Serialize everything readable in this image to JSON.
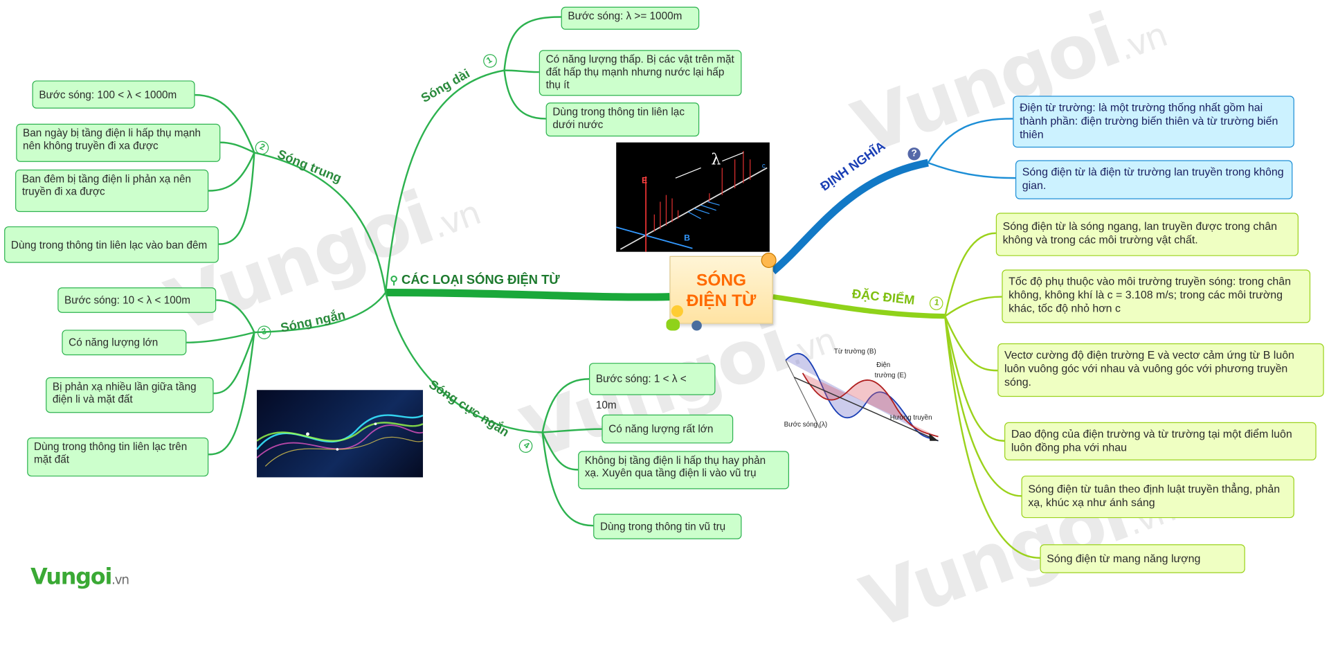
{
  "center": {
    "title_line1": "SÓNG",
    "title_line2": "ĐIỆN TỪ"
  },
  "branches": {
    "types": {
      "label": "CÁC LOẠI SÓNG ĐIỆN TỪ"
    },
    "definition": {
      "label": "ĐỊNH NGHĨA"
    },
    "features": {
      "label": "ĐẶC ĐIỂM",
      "number": "1"
    }
  },
  "long_wave": {
    "label": "Sóng dài",
    "number": "1",
    "items": [
      "Bước sóng: λ >= 1000m",
      "Có năng lượng thấp. Bị các vật trên mặt đất hấp thụ mạnh nhưng nước lại hấp thụ ít",
      "Dùng trong thông tin liên lạc dưới nước"
    ]
  },
  "medium_wave": {
    "label": "Sóng trung",
    "number": "2",
    "items": [
      "Bước sóng: 100 < λ < 1000m",
      "Ban ngày bị tầng điện li hấp thụ mạnh nên không truyền đi xa được",
      "Ban đêm bị tầng điện li phản xạ nên truyền đi xa được",
      "Dùng trong thông tin liên lạc vào ban đêm"
    ]
  },
  "short_wave": {
    "label": "Sóng ngắn",
    "number": "3",
    "items": [
      "Bước sóng: 10 < λ < 100m",
      "Có năng lượng lớn",
      "Bị phản xạ nhiều lần giữa tầng điện li và mặt đất",
      "Dùng trong thông tin liên lạc trên mặt đất"
    ]
  },
  "ultra_short_wave": {
    "label": "Sóng cực ngắn",
    "number": "4",
    "items": [
      "Bước sóng: 1 < λ < 10m",
      "Có năng lượng rất lớn",
      "Không bị tầng điện li hấp thụ hay phản xạ. Xuyên qua tầng điện li vào vũ trụ",
      "Dùng trong thông tin vũ trụ"
    ]
  },
  "definition_items": [
    "Điện từ trường: là một trường thống nhất gồm hai thành phần: điện trường biến thiên và từ trường biến thiên",
    "Sóng điện từ là điện từ trường lan truyền trong không gian."
  ],
  "feature_items": [
    "Sóng điện từ là sóng ngang, lan truyền được trong chân không và trong các môi trường vật chất.",
    "Tốc độ phụ thuộc vào môi trường truyền sóng: trong chân không, không khí là c = 3.108 m/s; trong các môi trường khác, tốc độ nhỏ hơn c",
    "Vectơ cường độ điện trường E và vectơ cảm ứng từ B luôn luôn vuông góc với nhau và vuông góc với phương truyền sóng.",
    "Dao động của điện trường và từ trường tại một điểm luôn luôn đồng pha với nhau",
    "Sóng điện từ tuân theo định luật truyền thẳng, phản xạ, khúc xạ như ánh sáng",
    "Sóng điện từ mang năng lượng"
  ],
  "diagram1": {
    "lambda": "λ",
    "e": "E",
    "b": "B",
    "c": "c"
  },
  "diagram2": {
    "magnetic": "Từ trường (B)",
    "electric_1": "Điện",
    "electric_2": "trường (E)",
    "wavelength": "Bước sóng (λ)",
    "direction": "Hướng truyền"
  },
  "watermark": {
    "brand": "Vungoi",
    "suffix": ".vn"
  },
  "logo": {
    "brand": "Vungoi",
    "suffix": ".vn"
  },
  "colors": {
    "green": "#2db24f",
    "blue": "#1c8ed6",
    "lime": "#9bd21c",
    "orange": "#ff6a00"
  }
}
